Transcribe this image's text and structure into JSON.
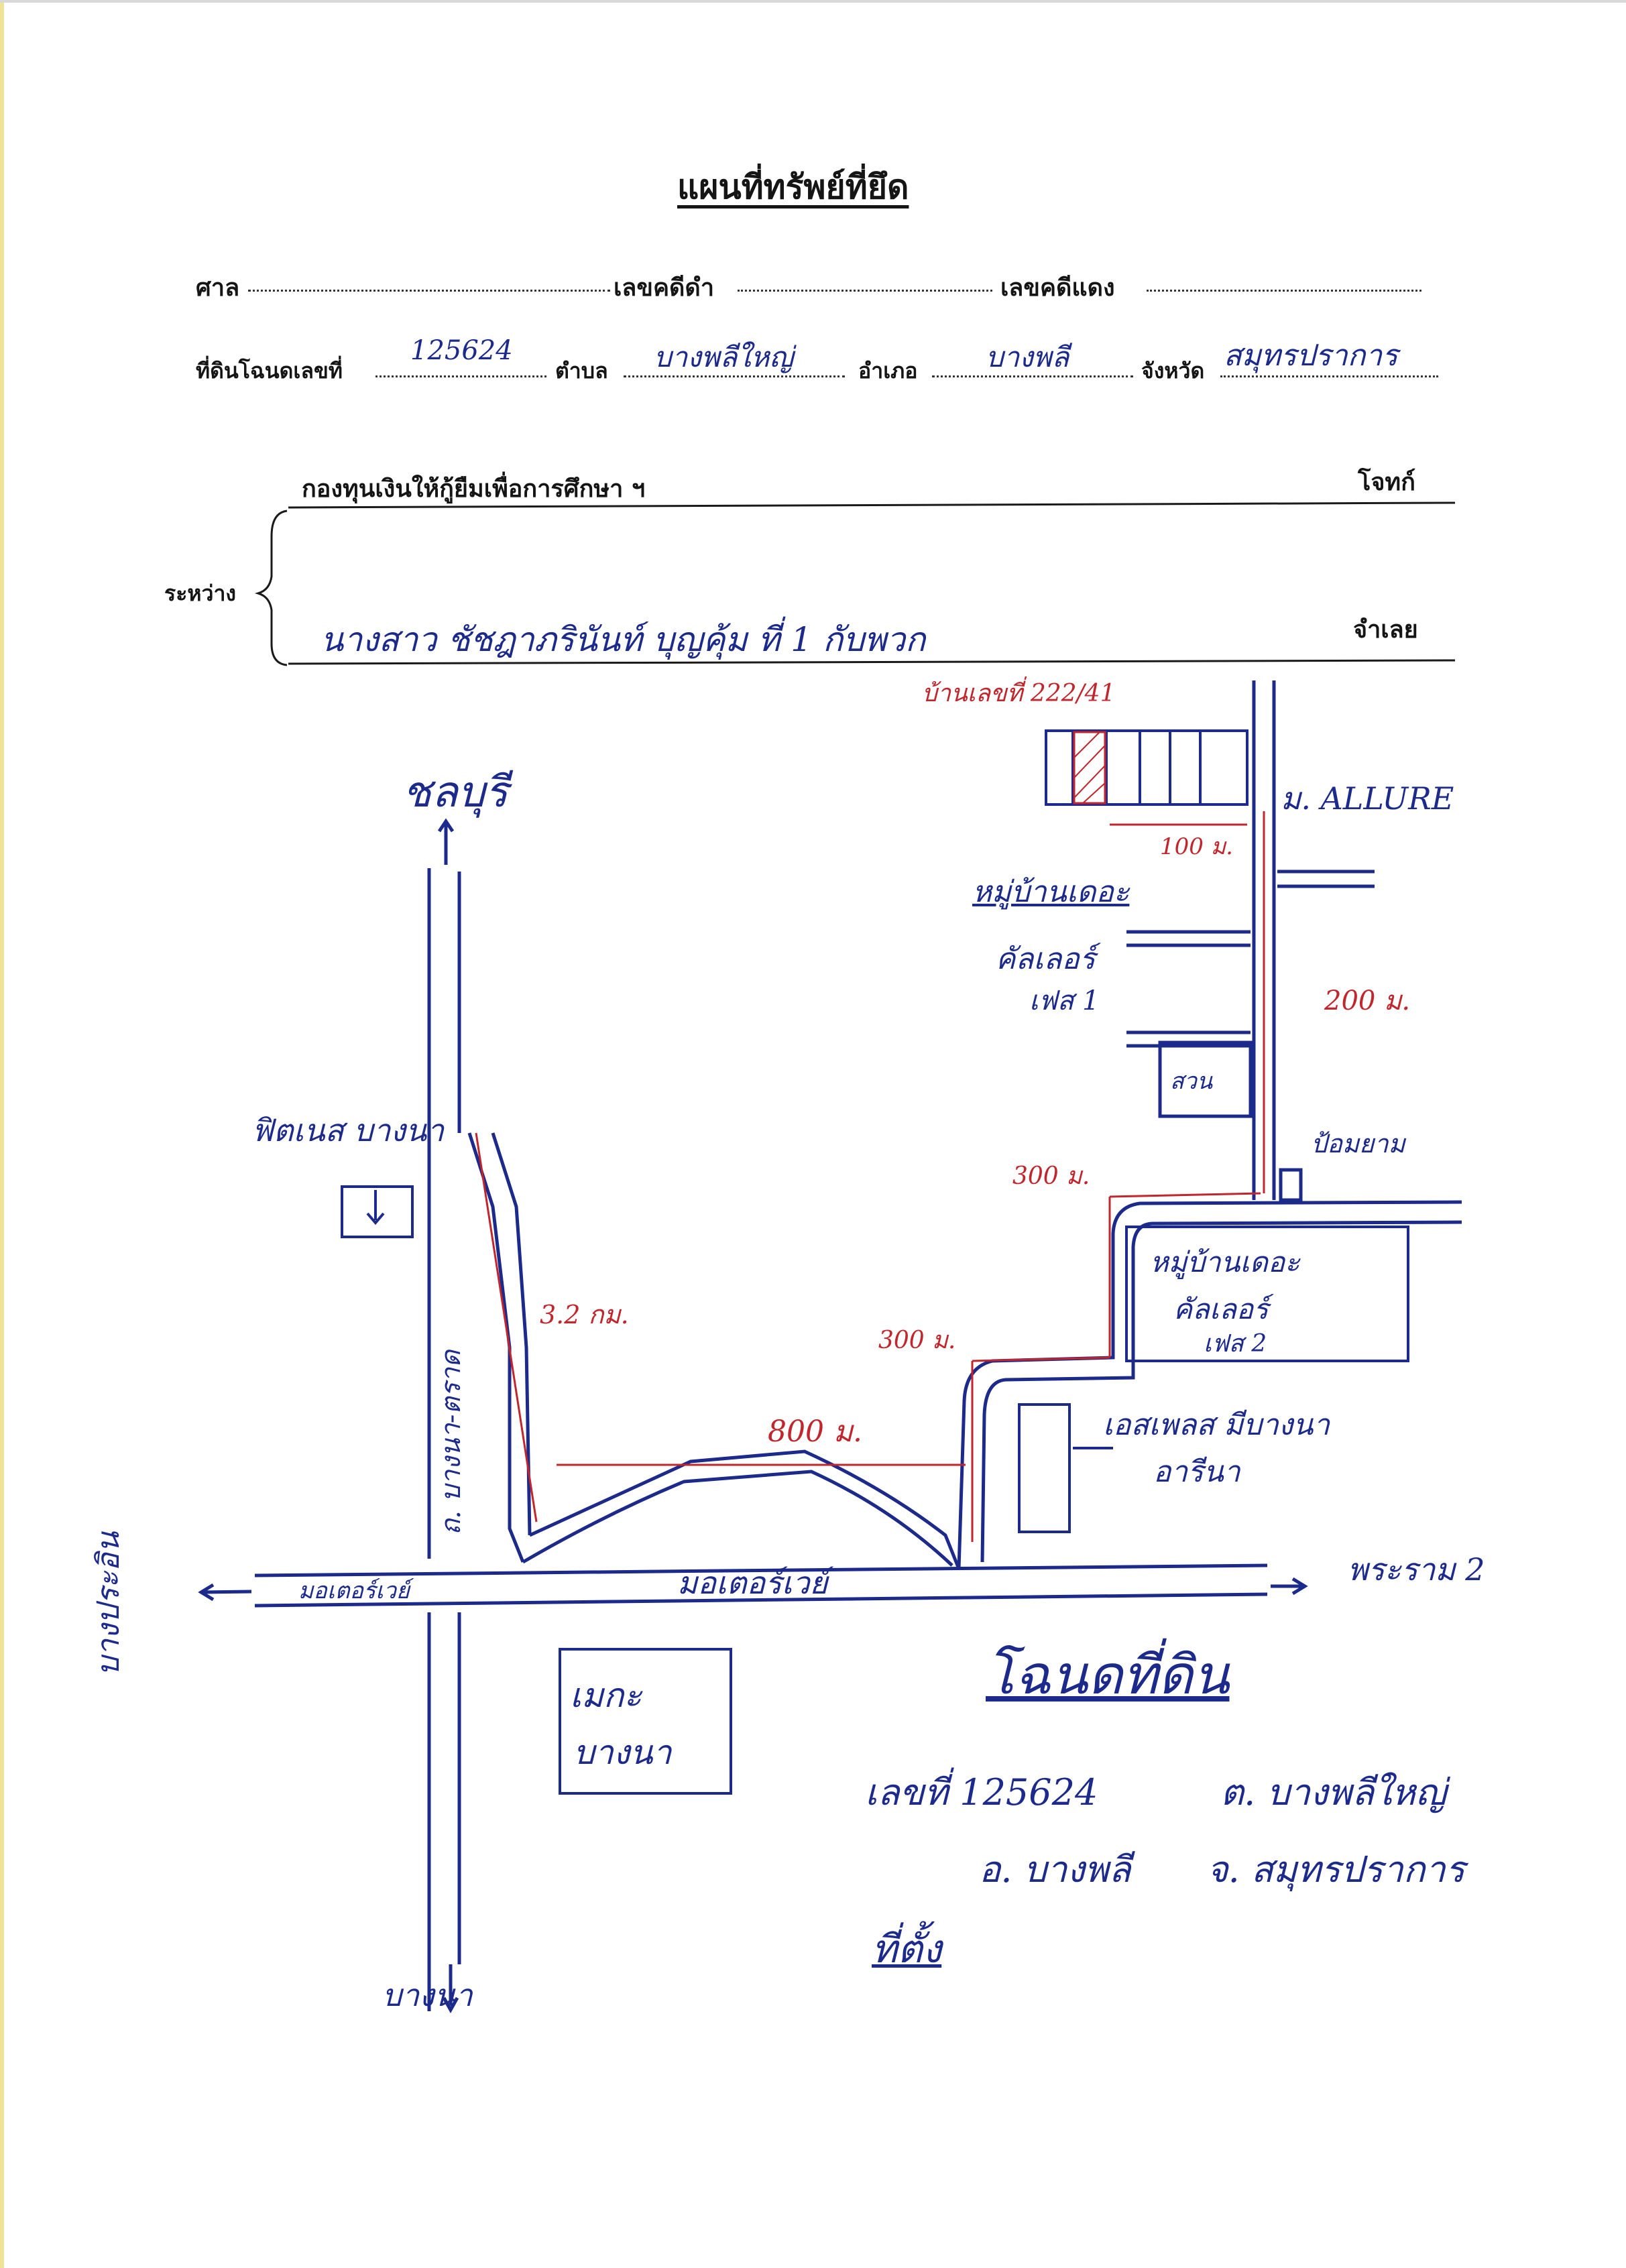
{
  "header": {
    "title": "แผนที่ทรัพย์ที่ยึด",
    "court_label": "ศาล",
    "black_case_label": "เลขคดีดำ",
    "red_case_label": "เลขคดีแดง",
    "deed_label": "ที่ดินโฉนดเลขที่",
    "deed_no": "125624",
    "subdistrict_label": "ตำบล",
    "subdistrict": "บางพลีใหญ่",
    "district_label": "อำเภอ",
    "district": "บางพลี",
    "province_label": "จังหวัด",
    "province": "สมุทรปราการ"
  },
  "parties": {
    "between_label": "ระหว่าง",
    "plaintiff": "กองทุนเงินให้กู้ยืมเพื่อการศึกษา ฯ",
    "plaintiff_label": "โจทก์",
    "defendant": "นางสาว ชัชฎาภรินันท์ บุญคุ้ม ที่ 1 กับพวก",
    "defendant_label": "จำเลย"
  },
  "map": {
    "house_no": "บ้านเลขที่ 222/41",
    "north": "ชลบุรี",
    "south": "บางนา",
    "west": "บางประอิน",
    "east": "พระราม 2",
    "landmark_fashion": "ฟิตเนส บางนา",
    "road_bangna_trad": "ถ. บางนา-ตราด",
    "road_motorway_short": "มอเตอร์เวย์",
    "road_motorway": "มอเตอร์เวย์",
    "allure": "ม. ALLURE",
    "village_phase1_line1": "หมู่บ้านเดอะ",
    "village_phase1_line2": "คัลเลอร์",
    "village_phase1_line3": "เฟส 1",
    "village_phase2_line1": "หมู่บ้านเดอะ",
    "village_phase2_line2": "คัลเลอร์",
    "village_phase2_line3": "เฟส 2",
    "park": "สวน",
    "entrance": "ป้อมยาม",
    "plaza_line1": "เอสเพลส มีบางนา",
    "plaza_line2": "อารีนา",
    "megabangna_line1": "เมกะ",
    "megabangna_line2": "บางนา",
    "dist_100": "100 ม.",
    "dist_200": "200 ม.",
    "dist_300a": "300 ม.",
    "dist_300b": "300 ม.",
    "dist_800": "800 ม.",
    "dist_3_2km": "3.2 กม."
  },
  "note": {
    "line1": "โฉนดที่ดิน",
    "line2_a": "เลขที่ 125624",
    "line2_b": "ต. บางพลีใหญ่",
    "line3_a": "อ. บางพลี",
    "line3_b": "จ. สมุทรปราการ",
    "line4": "ที่ตั้ง"
  },
  "colors": {
    "ink_blue": "#1c2a8c",
    "ink_red": "#c0262c",
    "print": "#151515"
  }
}
